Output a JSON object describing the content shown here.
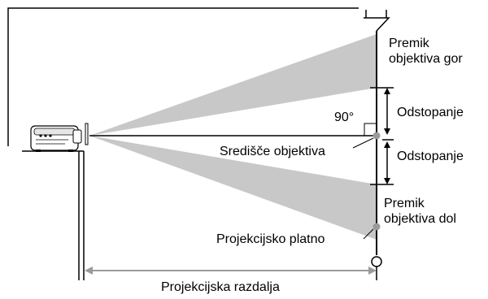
{
  "labels": {
    "lens_shift_up": [
      "Premik",
      "objektiva gor"
    ],
    "offset_upper": "Odstopanje",
    "angle": "90°",
    "lens_center": "Središče objektiva",
    "offset_lower": "Odstopanje",
    "lens_shift_down": [
      "Premik",
      "objektiva dol"
    ],
    "screen": "Projekcijsko platno",
    "distance": "Projekcijska razdalja"
  },
  "colors": {
    "beam": "#c8c8c8",
    "line": "#000000",
    "marker": "#9a9a9a",
    "background": "#ffffff"
  },
  "icons": [
    "projector-icon",
    "screen-mount-icon",
    "screen-roller-icon"
  ]
}
